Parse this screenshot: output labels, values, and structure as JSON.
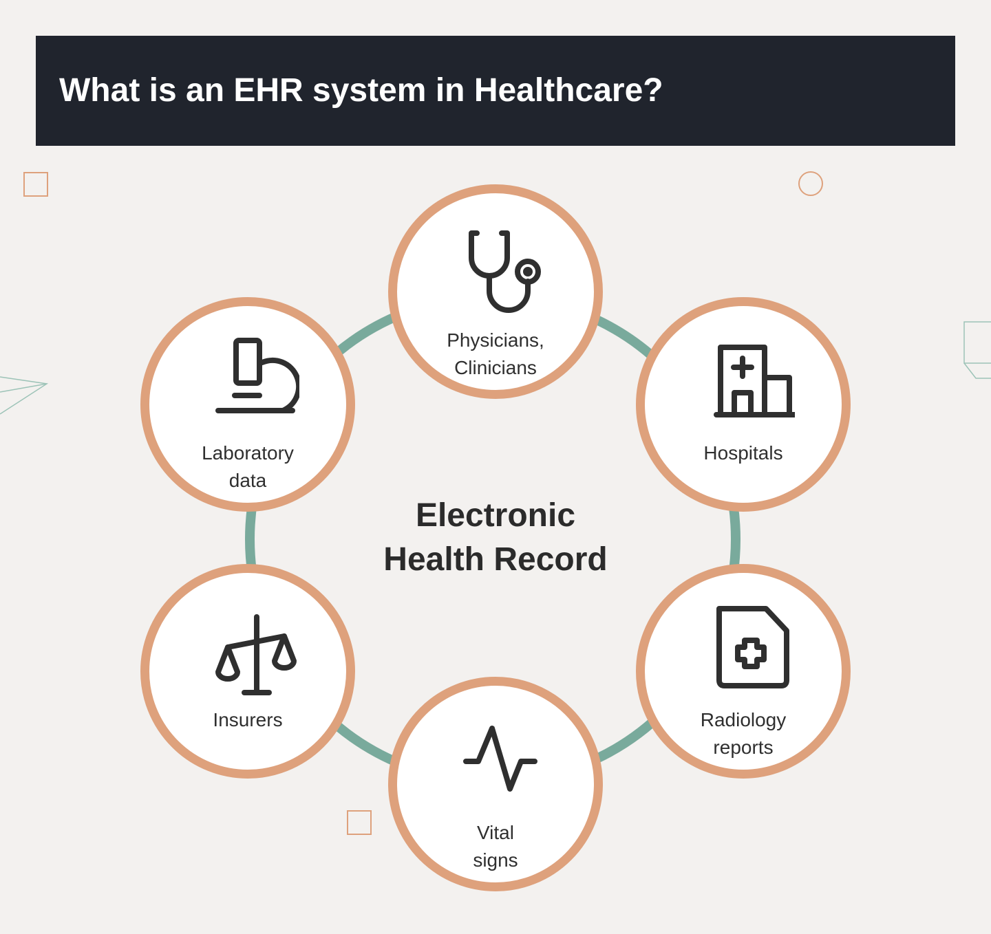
{
  "header": {
    "title": "What is an EHR system in Healthcare?"
  },
  "center": {
    "line1": "Electronic",
    "line2": "Health Record"
  },
  "nodes": [
    {
      "icon": "stethoscope-icon",
      "lines": [
        "Physicians,",
        "Clinicians"
      ]
    },
    {
      "icon": "hospital-icon",
      "lines": [
        "Hospitals"
      ]
    },
    {
      "icon": "medical-document-icon",
      "lines": [
        "Radiology",
        "reports"
      ]
    },
    {
      "icon": "heartbeat-icon",
      "lines": [
        "Vital",
        "signs"
      ]
    },
    {
      "icon": "scales-icon",
      "lines": [
        "Insurers"
      ]
    },
    {
      "icon": "microscope-icon",
      "lines": [
        "Laboratory",
        "data"
      ]
    }
  ],
  "colors": {
    "banner": "#20242d",
    "background": "#f3f1ef",
    "ring": "#79aa9c",
    "node_border": "#dea17c",
    "icon_stroke": "#2f2f2f",
    "accent_shapes": "#dea17c",
    "decor_lines": "#9cc3b7"
  }
}
